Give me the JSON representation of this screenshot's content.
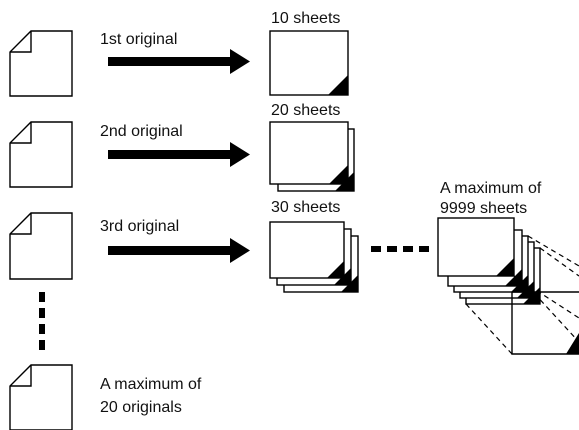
{
  "rows": [
    {
      "original_label": "1st original",
      "sheets_label": "10 sheets"
    },
    {
      "original_label": "2nd original",
      "sheets_label": "20 sheets"
    },
    {
      "original_label": "3rd original",
      "sheets_label": "30 sheets"
    }
  ],
  "max_sheets": {
    "line1": "A maximum of",
    "line2": "9999 sheets"
  },
  "max_originals": {
    "line1": "A maximum of",
    "line2": "20 originals"
  }
}
